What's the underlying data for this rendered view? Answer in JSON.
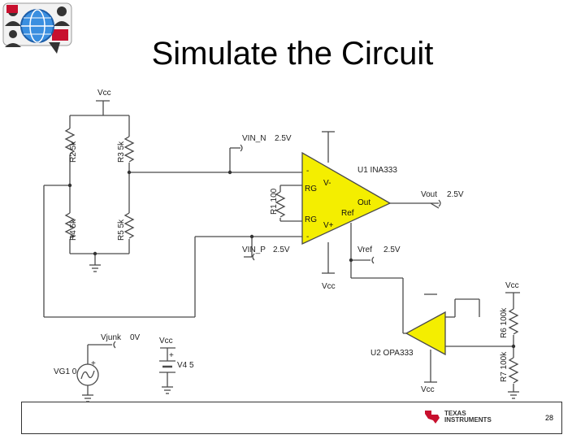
{
  "slide": {
    "title": "Simulate the Circuit",
    "page_number": "28"
  },
  "logo": {
    "company_line1": "TEXAS",
    "company_line2": "INSTRUMENTS"
  },
  "circuit": {
    "vcc_top": "Vcc",
    "r2": "R2 5k",
    "r3": "R3 5k",
    "r4": "R4 5k",
    "r5": "R5 5k",
    "vin_n_name": "VIN_N",
    "vin_n_value": "2.5V",
    "vin_p_name": "VIN_P",
    "vin_p_value": "2.5V",
    "r1": "R1 100",
    "u1": "U1 INA333",
    "pin_rg1": "RG",
    "pin_rg2": "RG",
    "pin_vminus": "V-",
    "pin_vplus": "V+",
    "pin_out": "Out",
    "pin_ref": "Ref",
    "pin_minus": "-",
    "pin_plus": "-",
    "vout_name": "Vout",
    "vout_value": "2.5V",
    "vref_name": "Vref",
    "vref_value": "2.5V",
    "vcc_u1": "Vcc",
    "vcc_r6": "Vcc",
    "r6": "R6 100k",
    "r7": "R7 100k",
    "u2": "U2 OPA333",
    "vcc_u2": "Vcc",
    "vjunk_name": "Vjunk",
    "vjunk_value": "0V",
    "vcc_v4": "Vcc",
    "v4": "V4 5",
    "vg1": "VG1 0",
    "plus_v4": "+",
    "plus_vg1": "+"
  },
  "colors": {
    "opamp_fill": "#f4ee00",
    "wire": "#4a4a4a",
    "logo_red": "#c8102e"
  }
}
